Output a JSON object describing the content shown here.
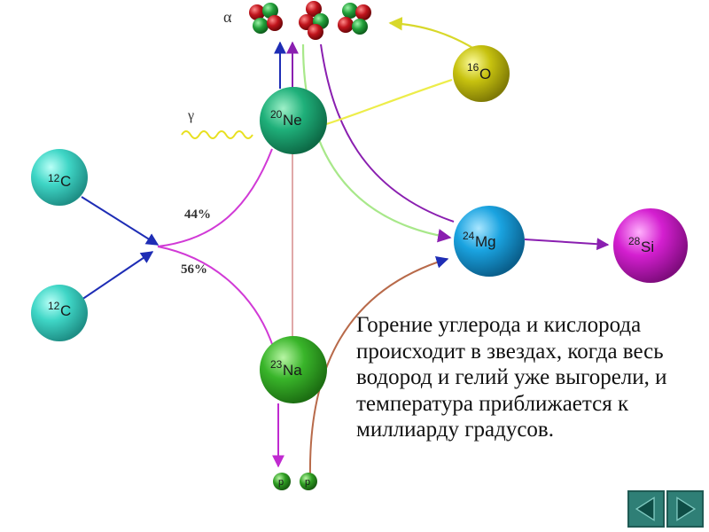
{
  "labels": {
    "alpha": "α",
    "gamma": "γ",
    "branch_top": "44%",
    "branch_bottom": "56%",
    "proton": "p"
  },
  "nuclei": {
    "c12_top": {
      "mass": "12",
      "symbol": "C",
      "color": "#3fd6c6"
    },
    "c12_bottom": {
      "mass": "12",
      "symbol": "C",
      "color": "#3fd6c6"
    },
    "ne20": {
      "mass": "20",
      "symbol": "Ne",
      "color": "#1fb07a"
    },
    "o16": {
      "mass": "16",
      "symbol": "O",
      "color": "#c7c20f"
    },
    "mg24": {
      "mass": "24",
      "symbol": "Mg",
      "color": "#1aa3e0"
    },
    "si28": {
      "mass": "28",
      "symbol": "Si",
      "color": "#d41fd0"
    },
    "na23": {
      "mass": "23",
      "symbol": "Na",
      "color": "#39b52a"
    }
  },
  "caption": "Горение углерода и кислорода происходит в звездах, когда весь водород и гелий уже выгорели, и температура приближается к миллиарду градусов.",
  "colors": {
    "arrow_blue": "#1e2db5",
    "path_magenta": "#d13ad6",
    "path_purple": "#8a1fb0",
    "path_yellow": "#eded4a",
    "path_green": "#a8e88a",
    "path_pink": "#e0a8a8",
    "path_brown": "#b86a4a",
    "alpha_red": "#c0141c",
    "alpha_green": "#22a03a",
    "nav_teal": "#2f7f76"
  },
  "icons": {
    "prev": "triangle-left-icon",
    "next": "triangle-right-icon"
  }
}
